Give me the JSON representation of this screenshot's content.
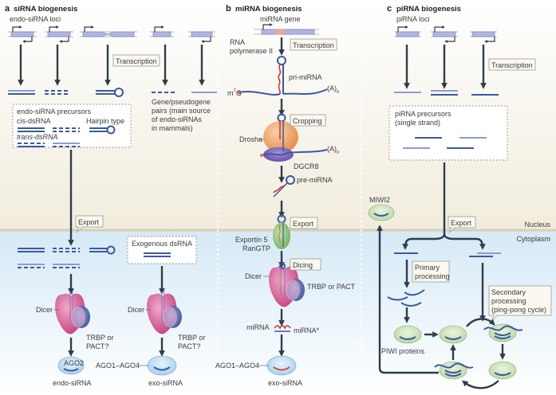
{
  "compartments": {
    "nucleus_label": "Nucleus",
    "cytoplasm_label": "Cytoplasm",
    "nucleus_color": "#f6f3ea",
    "cytoplasm_color": "#dcecf7",
    "membrane_color": "#d9cfb2"
  },
  "panels": {
    "a": {
      "letter": "a",
      "title": "siRNA biogenesis",
      "loci_label": "endo-siRNA loci",
      "transcription_label": "Transcription",
      "gene_pair_lines": [
        "Gene/pseudogene",
        "pairs (main source",
        "of endo-siRNAs",
        "in mammals)"
      ],
      "precursor_box": {
        "title": "endo-siRNA precursors",
        "cis_label": "cis-dsRNA",
        "hairpin_label": "Hairpin type",
        "trans_label": "trans-dsRNA"
      },
      "export_label": "Export",
      "exogenous_label": "Exogenous dsRNA",
      "dicer_label": "Dicer",
      "trbp_lines": [
        "TRBP or",
        "PACT?"
      ],
      "ago2_label": "AGO2",
      "ago1_4_label": "AGO1–AGO4",
      "endo_product": "endo-siRNA",
      "exo_product": "exo-siRNA"
    },
    "b": {
      "letter": "b",
      "title": "miRNA biogenesis",
      "gene_label": "miRNA gene",
      "polymerase_lines": [
        "RNA",
        "polymerase II"
      ],
      "transcription_label": "Transcription",
      "pri_label": "pri-miRNA",
      "cap_label": "m7G",
      "cap_base": "m",
      "cap_sup": "7",
      "cap_end": "G",
      "polya_label": "(A)",
      "polya_sub": "n",
      "cropping_label": "Cropping",
      "drosha_label": "Drosha",
      "dgcr8_label": "DGCR8",
      "pre_label": "pre-miRNA",
      "export_label": "Export",
      "exportin_lines": [
        "Exportin 5",
        "RanGTP"
      ],
      "dicing_label": "Dicing",
      "dicer_label": "Dicer",
      "trbp_label": "TRBP or PACT",
      "mirna_label": "miRNA",
      "mirna_star_label": "miRNA*",
      "ago_label": "AGO1–AGO4",
      "product_label": "exo-siRNA"
    },
    "c": {
      "letter": "c",
      "title": "piRNA biogenesis",
      "loci_label": "piRNA loci",
      "transcription_label": "Transcription",
      "precursor_lines": [
        "piRNA precursors",
        "(single strand)"
      ],
      "miwi2_label": "MIWI2",
      "export_label": "Export",
      "primary_lines": [
        "Primary",
        "processing"
      ],
      "secondary_lines": [
        "Secondary",
        "processing",
        "(ping-pong cycle)"
      ],
      "piwi_label": "PIWI proteins"
    }
  },
  "colors": {
    "dicer": "#d9629b",
    "trbp": "#3e56a6",
    "drosha": "#f2a36a",
    "dgcr8": "#7b62b8",
    "exportin": "#8cc47a",
    "ago": "#bfe0f4",
    "piwi": "#cfe5b8",
    "rna_dark": "#3a5aa0",
    "rna_light": "#8d9bd1",
    "mirna_red": "#d8262b",
    "arrow": "#2f3d4a"
  }
}
